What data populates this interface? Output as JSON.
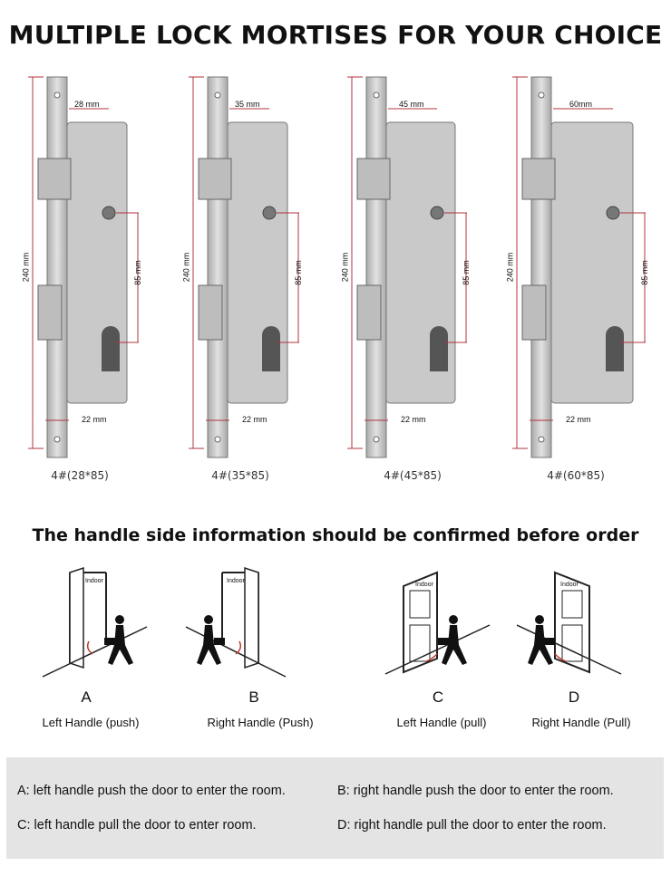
{
  "title": "MULTIPLE LOCK MORTISES FOR YOUR CHOICE",
  "mortises": [
    {
      "backset_label": "28 mm",
      "length_label": "240 mm",
      "center_label": "85 mm",
      "faceplate_label": "22 mm",
      "caption": "4#(28*85)"
    },
    {
      "backset_label": "35 mm",
      "length_label": "240 mm",
      "center_label": "85 mm",
      "faceplate_label": "22 mm",
      "caption": "4#(35*85)"
    },
    {
      "backset_label": "45 mm",
      "length_label": "240 mm",
      "center_label": "85 mm",
      "faceplate_label": "22 mm",
      "caption": "4#(45*85)"
    },
    {
      "backset_label": "60mm",
      "length_label": "240 mm",
      "center_label": "85 mm",
      "faceplate_label": "22 mm",
      "caption": "4#(60*85)"
    }
  ],
  "subtitle": "The handle side information should be confirmed before order",
  "handles": [
    {
      "letter": "A",
      "label": "Left Handle (push)",
      "door_label": "Indoor"
    },
    {
      "letter": "B",
      "label": "Right Handle (Push)",
      "door_label": "Indoor"
    },
    {
      "letter": "C",
      "label": "Left Handle (pull)",
      "door_label": "Indoor"
    },
    {
      "letter": "D",
      "label": "Right Handle (Pull)",
      "door_label": "Indoor"
    }
  ],
  "notes": {
    "a": "A: left handle push the door to enter the room.",
    "b": "B: right handle push the door to enter the room.",
    "c": "C: left handle pull the door to enter room.",
    "d": "D: right handle pull the door to enter the room."
  },
  "colors": {
    "dimension": "#b0343c",
    "steel": "#c9c9c9",
    "note_bg": "#e4e4e4"
  }
}
